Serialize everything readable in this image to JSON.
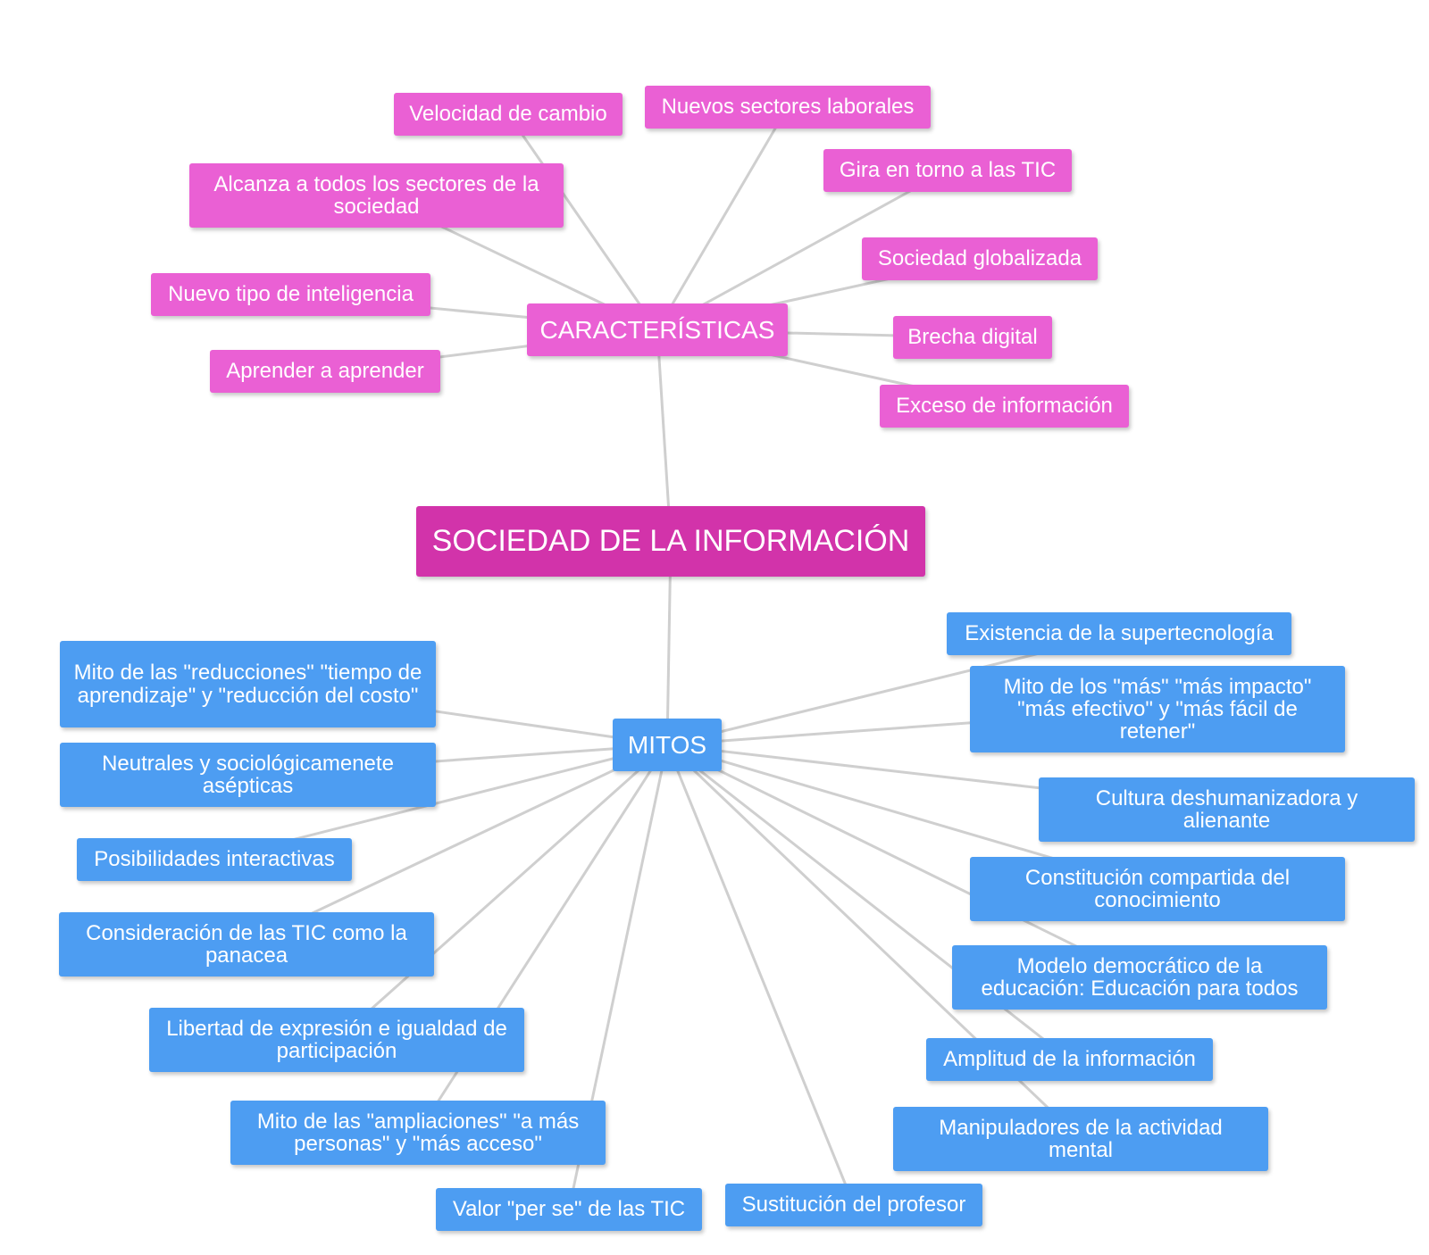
{
  "root": {
    "label": "SOCIEDAD DE LA INFORMACIÓN",
    "color": "#d233aa"
  },
  "caracteristicas": {
    "label": "CARACTERÍSTICAS",
    "color": "#ea60d4",
    "items": [
      "Velocidad de cambio",
      "Nuevos sectores laborales",
      "Gira en torno a las TIC",
      "Alcanza a todos los sectores de la sociedad",
      "Sociedad globalizada",
      "Nuevo tipo de inteligencia",
      "Brecha digital",
      "Aprender a aprender",
      "Exceso de información"
    ]
  },
  "mitos": {
    "label": "MITOS",
    "color": "#4d9df2",
    "items": [
      "Existencia de la supertecnología",
      "Mito de las \"reducciones\" \"tiempo de aprendizaje\" y \"reducción del costo\"",
      "Mito de los \"más\" \"más impacto\" \"más efectivo\" y \"más fácil de retener\"",
      "Neutrales y sociológicamenete asépticas",
      "Cultura deshumanizadora y alienante",
      "Posibilidades interactivas",
      "Constitución compartida del conocimiento",
      "Consideración de las TIC como la panacea",
      "Modelo democrático de la educación: Educación para todos",
      "Libertad de expresión e igualdad de participación",
      "Amplitud de la información",
      "Mito de las \"ampliaciones\" \"a más personas\" y \"más acceso\"",
      "Manipuladores de la actividad mental",
      "Valor \"per se\" de las TIC",
      "Sustitución del profesor"
    ]
  }
}
